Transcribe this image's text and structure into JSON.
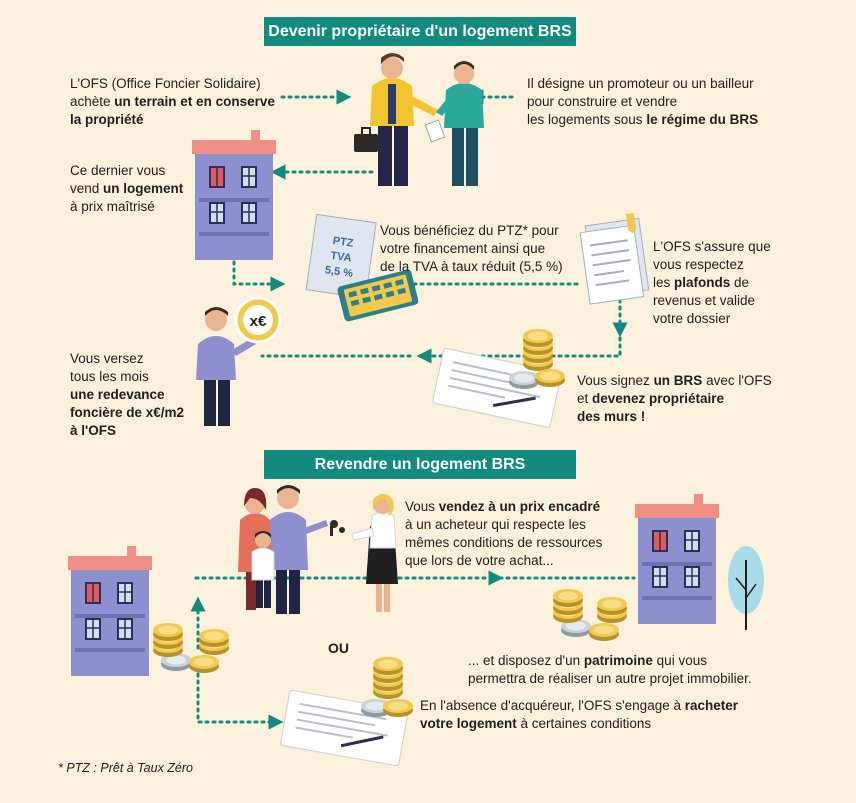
{
  "buy": {
    "title": "Devenir propriétaire d'un logement BRS",
    "ofs_buys": {
      "t1": "L'OFS (Office Foncier Solidaire)",
      "t2": "achète ",
      "b1": "un terrain et en conserve",
      "b2": "la propriété"
    },
    "designates": {
      "t1": "Il désigne un promoteur ou un bailleur",
      "t2": "pour construire et vendre",
      "t3": "les logements sous ",
      "b1": "le régime du BRS"
    },
    "sells": {
      "t1": "Ce dernier vous",
      "t2": "vend ",
      "b1": "un logement",
      "t3": "à prix maîtrisé"
    },
    "ptz": {
      "t1": "Vous bénéficiez du PTZ* pour",
      "t2": "votre financement ainsi que",
      "t3": "de la TVA à taux réduit (5,5 %)"
    },
    "doc_labels": {
      "ptz": "PTZ",
      "tva": "TVA",
      "rate": "5,5 %"
    },
    "check": {
      "t1": "L'OFS s'assure que",
      "t2": "vous respectez",
      "t3": "les ",
      "b1": "plafonds",
      "t4": " de",
      "t5": "revenus et valide",
      "t6": "votre dossier"
    },
    "fee": {
      "t1": "Vous versez",
      "t2": "tous les mois",
      "b1": "une redevance",
      "b2": "foncière de x€/m2",
      "b3": "à l'OFS"
    },
    "coin_label": "x€",
    "sign": {
      "t1": "Vous signez ",
      "b1": "un BRS",
      "t2": " avec l'OFS",
      "t3": "et ",
      "b2": "devenez propriétaire",
      "b3": "des murs !"
    }
  },
  "resell": {
    "title": "Revendre un logement BRS",
    "sale": {
      "t1": "Vous ",
      "b1": "vendez à un prix encadré",
      "t2": "à un acheteur qui respecte les",
      "t3": "mêmes conditions de ressources",
      "t4": "que lors de votre achat..."
    },
    "or_label": "OU",
    "wealth": {
      "t1": "... et disposez d'un ",
      "b1": "patrimoine",
      "t2": " qui vous",
      "t3": "permettra de réaliser un autre projet immobilier."
    },
    "buyback": {
      "t1": "En l'absence d'acquéreur, l'OFS s'engage à ",
      "b1": "racheter",
      "b2": "votre logement",
      "t2": " à certaines conditions"
    }
  },
  "footnote": "* PTZ : Prêt à Taux Zéro",
  "colors": {
    "teal": "#138a80",
    "background": "#fcf1dc",
    "building": "#8d8fce",
    "roof": "#f08f86",
    "coin": "#f0c94d"
  }
}
